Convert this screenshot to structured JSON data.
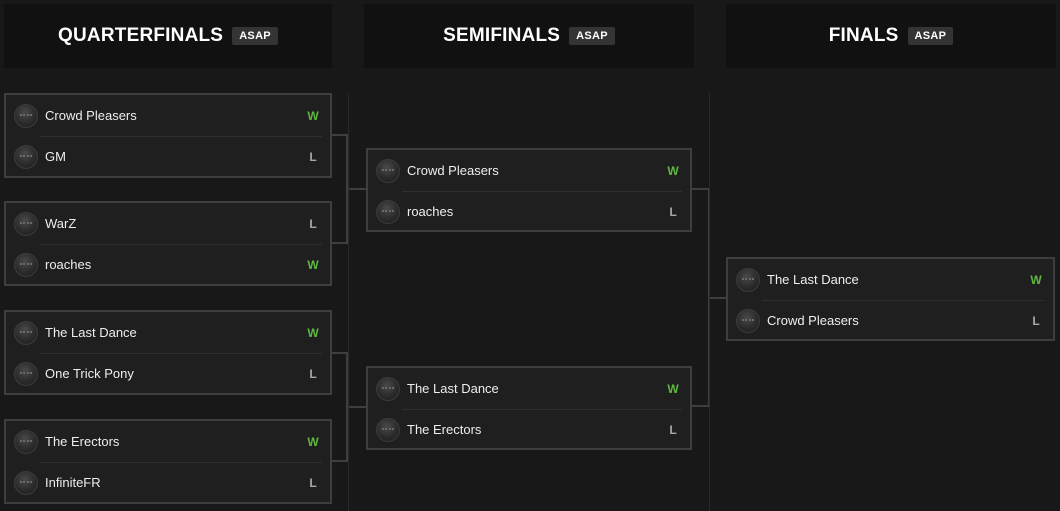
{
  "rounds": [
    {
      "title": "QUARTERFINALS",
      "badge": "ASAP"
    },
    {
      "title": "SEMIFINALS",
      "badge": "ASAP"
    },
    {
      "title": "FINALS",
      "badge": "ASAP"
    }
  ],
  "quarterfinals": [
    {
      "teams": [
        {
          "name": "Crowd Pleasers",
          "result": "W"
        },
        {
          "name": "GM",
          "result": "L"
        }
      ]
    },
    {
      "teams": [
        {
          "name": "WarZ",
          "result": "L"
        },
        {
          "name": "roaches",
          "result": "W"
        }
      ]
    },
    {
      "teams": [
        {
          "name": "The Last Dance",
          "result": "W"
        },
        {
          "name": "One Trick Pony",
          "result": "L"
        }
      ]
    },
    {
      "teams": [
        {
          "name": "The Erectors",
          "result": "W"
        },
        {
          "name": "InfiniteFR",
          "result": "L"
        }
      ]
    }
  ],
  "semifinals": [
    {
      "teams": [
        {
          "name": "Crowd Pleasers",
          "result": "W"
        },
        {
          "name": "roaches",
          "result": "L"
        }
      ]
    },
    {
      "teams": [
        {
          "name": "The Last Dance",
          "result": "W"
        },
        {
          "name": "The Erectors",
          "result": "L"
        }
      ]
    }
  ],
  "finals": [
    {
      "teams": [
        {
          "name": "The Last Dance",
          "result": "W"
        },
        {
          "name": "Crowd Pleasers",
          "result": "L"
        }
      ]
    }
  ]
}
